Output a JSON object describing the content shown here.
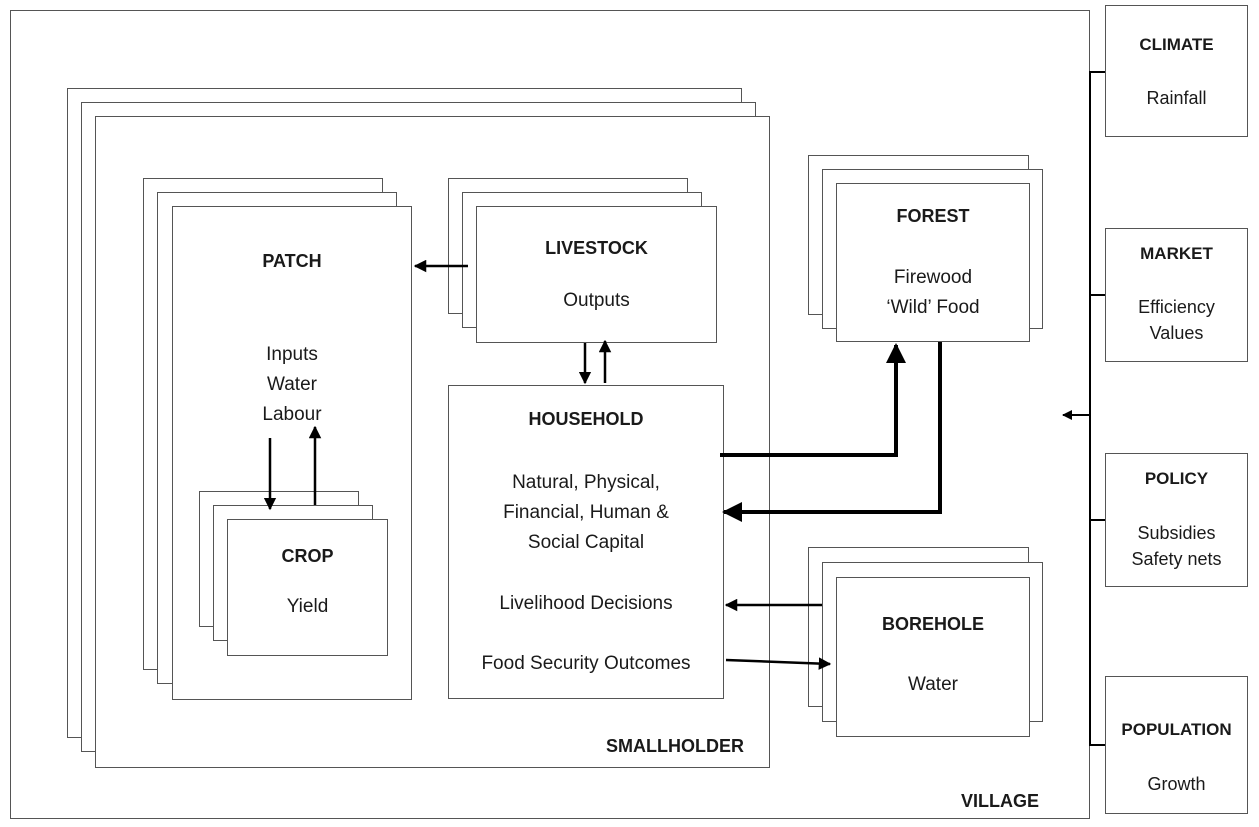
{
  "village": {
    "title": "VILLAGE"
  },
  "smallholder": {
    "title": "SMALLHOLDER"
  },
  "patch": {
    "title": "PATCH",
    "lines": [
      "Inputs",
      "Water",
      "Labour"
    ]
  },
  "crop": {
    "title": "CROP",
    "lines": [
      "Yield"
    ]
  },
  "livestock": {
    "title": "LIVESTOCK",
    "lines": [
      "Outputs"
    ]
  },
  "household": {
    "title": "HOUSEHOLD",
    "capital_lines": [
      "Natural, Physical,",
      "Financial, Human &",
      "Social Capital"
    ],
    "decisions": "Livelihood Decisions",
    "outcomes": "Food Security Outcomes"
  },
  "forest": {
    "title": "FOREST",
    "lines": [
      "Firewood",
      "‘Wild’ Food"
    ]
  },
  "borehole": {
    "title": "BOREHOLE",
    "lines": [
      "Water"
    ]
  },
  "climate": {
    "title": "CLIMATE",
    "lines": [
      "Rainfall"
    ]
  },
  "market": {
    "title": "MARKET",
    "lines": [
      "Efficiency",
      "Values"
    ]
  },
  "policy": {
    "title": "POLICY",
    "lines": [
      "Subsidies",
      "Safety nets"
    ]
  },
  "population": {
    "title": "POPULATION",
    "lines": [
      "Growth"
    ]
  }
}
